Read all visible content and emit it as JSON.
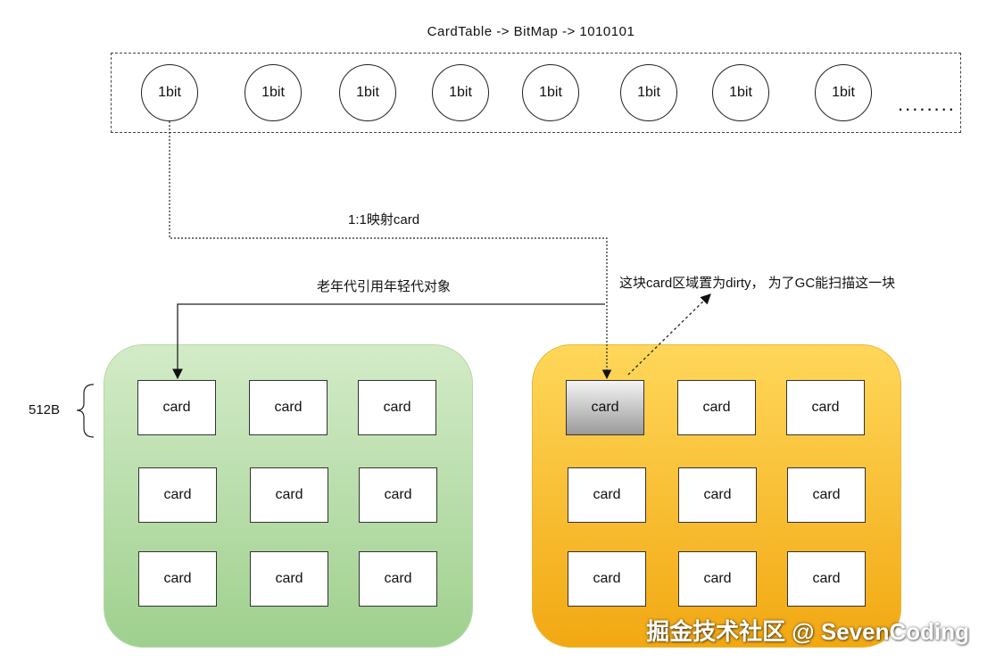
{
  "title": "CardTable -> BitMap -> 1010101",
  "bitmap": {
    "bits": [
      "1bit",
      "1bit",
      "1bit",
      "1bit",
      "1bit",
      "1bit",
      "1bit",
      "1bit"
    ],
    "ellipsis": "........"
  },
  "labels": {
    "mapping": "1:1映射card",
    "old_ref_young": "老年代引用年轻代对象",
    "dirty_note": "这块card区域置为dirty， 为了GC能扫描这一块",
    "size": "512B"
  },
  "left_region": {
    "cards": [
      "card",
      "card",
      "card",
      "card",
      "card",
      "card",
      "card",
      "card",
      "card"
    ]
  },
  "right_region": {
    "cards": [
      "card",
      "card",
      "card",
      "card",
      "card",
      "card",
      "card",
      "card",
      "card"
    ],
    "dirty_index": 0
  },
  "colors": {
    "green_region": "#a8d699",
    "orange_region": "#f6b621",
    "dirty_card": "#b0b0b0"
  },
  "watermark": "掘金技术社区 @ SevenCoding"
}
